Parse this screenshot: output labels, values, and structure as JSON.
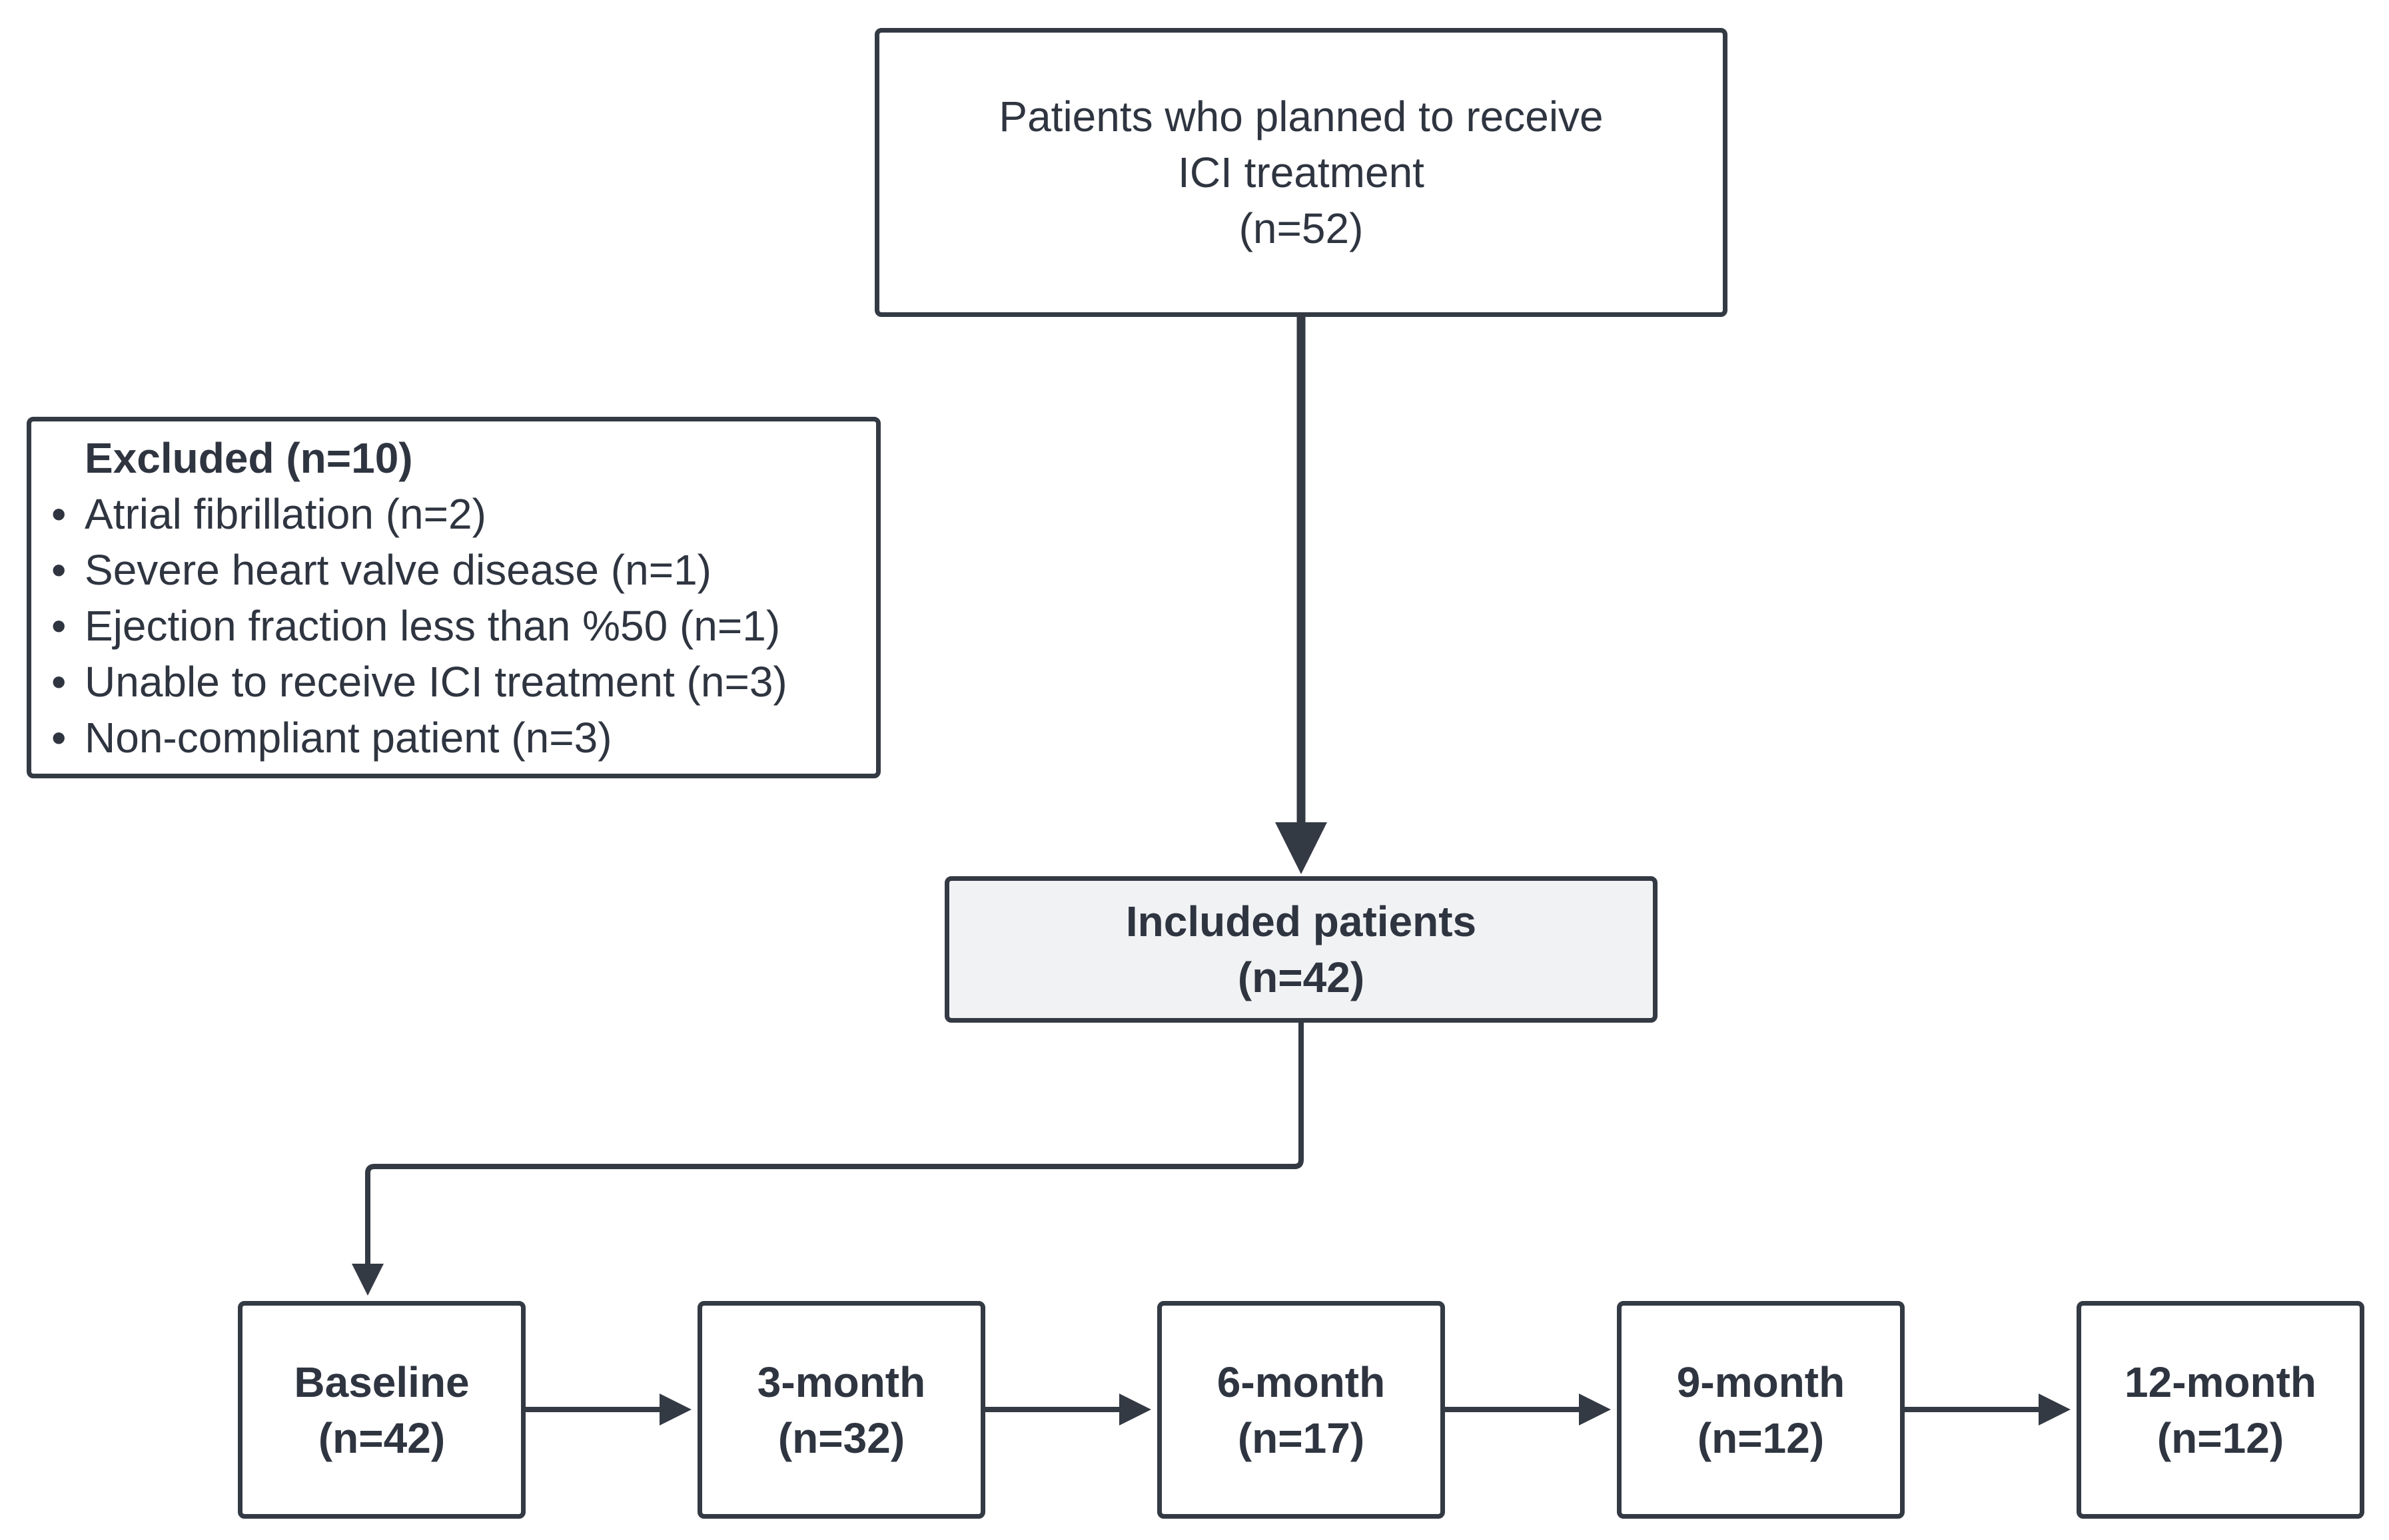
{
  "start": {
    "lines": [
      "Patients who planned to receive",
      "ICI treatment",
      "(n=52)"
    ]
  },
  "excluded": {
    "title": "Excluded (n=10)",
    "items": [
      "Atrial fibrillation (n=2)",
      "Severe heart valve disease (n=1)",
      "Ejection fraction less than %50 (n=1)",
      "Unable to receive ICI treatment (n=3)",
      "Non-compliant patient (n=3)"
    ]
  },
  "included": {
    "lines": [
      "Included patients",
      "(n=42)"
    ]
  },
  "timepoints": [
    {
      "label": "Baseline",
      "count": "(n=42)"
    },
    {
      "label": "3-month",
      "count": "(n=32)"
    },
    {
      "label": "6-month",
      "count": "(n=17)"
    },
    {
      "label": "9-month",
      "count": "(n=12)"
    },
    {
      "label": "12-month",
      "count": "(n=12)"
    }
  ],
  "colors": {
    "stroke": "#343a44",
    "included_fill": "#f1f2f4",
    "text": "#2f3540"
  }
}
